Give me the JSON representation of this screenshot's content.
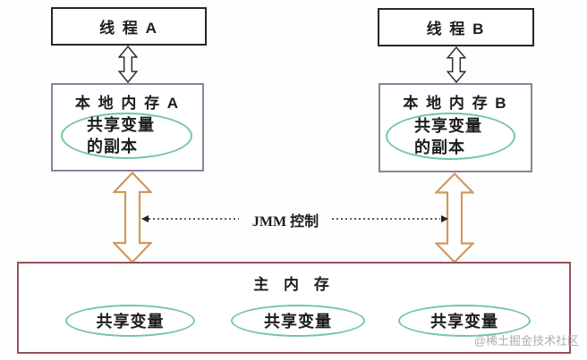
{
  "diagram": {
    "thread_a": {
      "label": "线 程 A"
    },
    "thread_b": {
      "label": "线 程 B"
    },
    "local_memory_a": {
      "title": "本 地 内 存 A",
      "ellipse": {
        "line1": "共享变量",
        "line2": "的副本"
      }
    },
    "local_memory_b": {
      "title": "本 地 内 存 B",
      "ellipse": {
        "line1": "共享变量",
        "line2": "的副本"
      }
    },
    "jmm_control_label": "JMM 控制",
    "main_memory": {
      "title": "主 内 存",
      "shared_vars": [
        "共享变量",
        "共享变量",
        "共享变量"
      ]
    },
    "watermark": "@稀土掘金技术社区",
    "colors": {
      "thread_box_border": "#262626",
      "local_memory_border": "#8d7f9f",
      "main_memory_border": "#975157",
      "ellipse_stroke": "#74c79c",
      "big_arrow_stroke": "#d29760",
      "small_arrow_stroke": "#2e2e2e",
      "dotted_line": "#222222",
      "text": "#1c1c1c",
      "watermark": "#aeaeae"
    }
  }
}
